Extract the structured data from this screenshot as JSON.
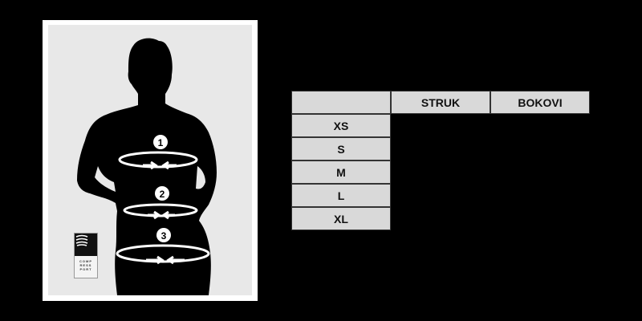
{
  "figure": {
    "markers": [
      "1",
      "2",
      "3"
    ],
    "logo": {
      "lines": [
        "COMP",
        "RESS",
        "PORT"
      ]
    }
  },
  "size_table": {
    "headers": [
      "",
      "STRUK",
      "BOKOVI"
    ],
    "rows": [
      {
        "size": "XS",
        "struk": "",
        "bokovi": ""
      },
      {
        "size": "S",
        "struk": "",
        "bokovi": ""
      },
      {
        "size": "M",
        "struk": "",
        "bokovi": ""
      },
      {
        "size": "L",
        "struk": "",
        "bokovi": ""
      },
      {
        "size": "XL",
        "struk": "",
        "bokovi": ""
      }
    ]
  },
  "colors": {
    "background": "#000000",
    "cell": "#d9d9d9",
    "panel": "#e8e8e8"
  }
}
